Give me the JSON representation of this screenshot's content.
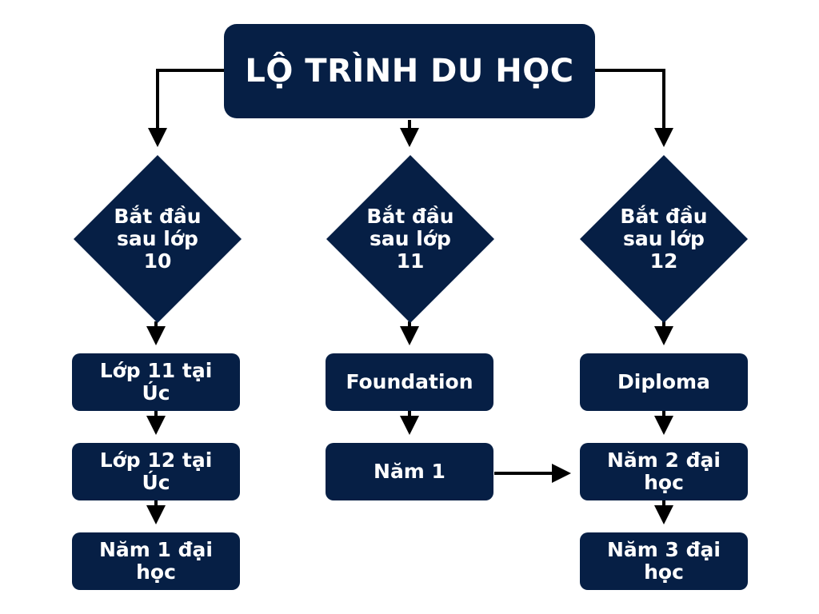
{
  "title": "LỘ TRÌNH DU HỌC",
  "colors": {
    "node_fill": "#061f45",
    "text": "#ffffff",
    "arrow": "#000000",
    "background": "#ffffff"
  },
  "branches": [
    {
      "start": "Bắt đầu sau lớp 10",
      "steps": [
        "Lớp 11 tại Úc",
        "Lớp 12 tại Úc",
        "Năm 1 đại học"
      ]
    },
    {
      "start": "Bắt đầu sau lớp 11",
      "steps": [
        "Foundation",
        "Năm 1"
      ]
    },
    {
      "start": "Bắt đầu sau lớp 12",
      "steps": [
        "Diploma",
        "Năm 2 đại học",
        "Năm 3 đại học"
      ]
    }
  ],
  "edges": [
    {
      "from": "title",
      "to": "branch-1-start"
    },
    {
      "from": "title",
      "to": "branch-2-start"
    },
    {
      "from": "title",
      "to": "branch-3-start"
    },
    {
      "from": "branch-1-start",
      "to": "branch-1-step-1"
    },
    {
      "from": "branch-1-step-1",
      "to": "branch-1-step-2"
    },
    {
      "from": "branch-1-step-2",
      "to": "branch-1-step-3"
    },
    {
      "from": "branch-2-start",
      "to": "branch-2-step-1"
    },
    {
      "from": "branch-2-step-1",
      "to": "branch-2-step-2"
    },
    {
      "from": "branch-2-step-2",
      "to": "branch-3-step-2"
    },
    {
      "from": "branch-3-start",
      "to": "branch-3-step-1"
    },
    {
      "from": "branch-3-step-1",
      "to": "branch-3-step-2"
    },
    {
      "from": "branch-3-step-2",
      "to": "branch-3-step-3"
    }
  ]
}
